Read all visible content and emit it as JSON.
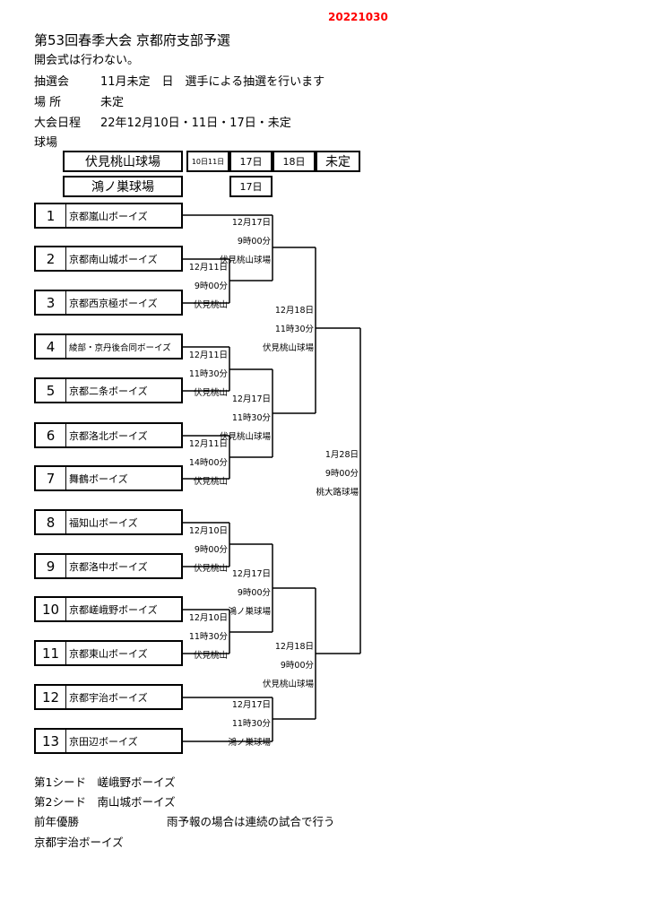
{
  "doc_id": "20221030",
  "title": "第53回春季大会 京都府支部予選",
  "info": {
    "line1": "開会式は行わない。",
    "lottery_label": "抽選会",
    "lottery_value": "11月未定　日　選手による抽選を行います",
    "place_label": "場 所",
    "place_value": "未定",
    "schedule_label": "大会日程",
    "schedule_value": "22年12月10日・11日・17日・未定",
    "field_label": "球場"
  },
  "venues": {
    "v1": "伏見桃山球場",
    "v1_dates": [
      "10日11日",
      "17日",
      "18日",
      "未定"
    ],
    "v2": "鴻ノ巣球場",
    "v2_dates": [
      "17日"
    ]
  },
  "teams": [
    {
      "num": "1",
      "name": "京都嵐山ボーイズ"
    },
    {
      "num": "2",
      "name": "京都南山城ボーイズ"
    },
    {
      "num": "3",
      "name": "京都西京極ボーイズ"
    },
    {
      "num": "4",
      "name": "綾部・京丹後合同ボーイズ"
    },
    {
      "num": "5",
      "name": "京都二条ボーイズ"
    },
    {
      "num": "6",
      "name": "京都洛北ボーイズ"
    },
    {
      "num": "7",
      "name": "舞鶴ボーイズ"
    },
    {
      "num": "8",
      "name": "福知山ボーイズ"
    },
    {
      "num": "9",
      "name": "京都洛中ボーイズ"
    },
    {
      "num": "10",
      "name": "京都嵯峨野ボーイズ"
    },
    {
      "num": "11",
      "name": "京都東山ボーイズ"
    },
    {
      "num": "12",
      "name": "京都宇治ボーイズ"
    },
    {
      "num": "13",
      "name": "京田辺ボーイズ"
    }
  ],
  "matches": {
    "m23": [
      "12月11日",
      "9時00分",
      "伏見桃山"
    ],
    "m45": [
      "12月11日",
      "11時30分",
      "伏見桃山"
    ],
    "m67": [
      "12月11日",
      "14時00分",
      "伏見桃山"
    ],
    "m89": [
      "12月10日",
      "9時00分",
      "伏見桃山"
    ],
    "m1011": [
      "12月10日",
      "11時30分",
      "伏見桃山"
    ],
    "r2a": [
      "12月17日",
      "9時00分",
      "伏見桃山球場"
    ],
    "r2b": [
      "12月17日",
      "11時30分",
      "伏見桃山球場"
    ],
    "r2c": [
      "12月17日",
      "9時00分",
      "鴻ノ巣球場"
    ],
    "r2d": [
      "12月17日",
      "11時30分",
      "鴻ノ巣球場"
    ],
    "sf1": [
      "12月18日",
      "11時30分",
      "伏見桃山球場"
    ],
    "sf2": [
      "12月18日",
      "9時00分",
      "伏見桃山球場"
    ],
    "final": [
      "1月28日",
      "9時00分",
      "桃大路球場"
    ]
  },
  "footer": {
    "seed1": "第1シード　嵯峨野ボーイズ",
    "seed2": "第2シード　南山城ボーイズ",
    "prev_label": "前年優勝",
    "rain_note": "雨予報の場合は連続の試合で行う",
    "prev_winner": "京都宇治ボーイズ"
  }
}
